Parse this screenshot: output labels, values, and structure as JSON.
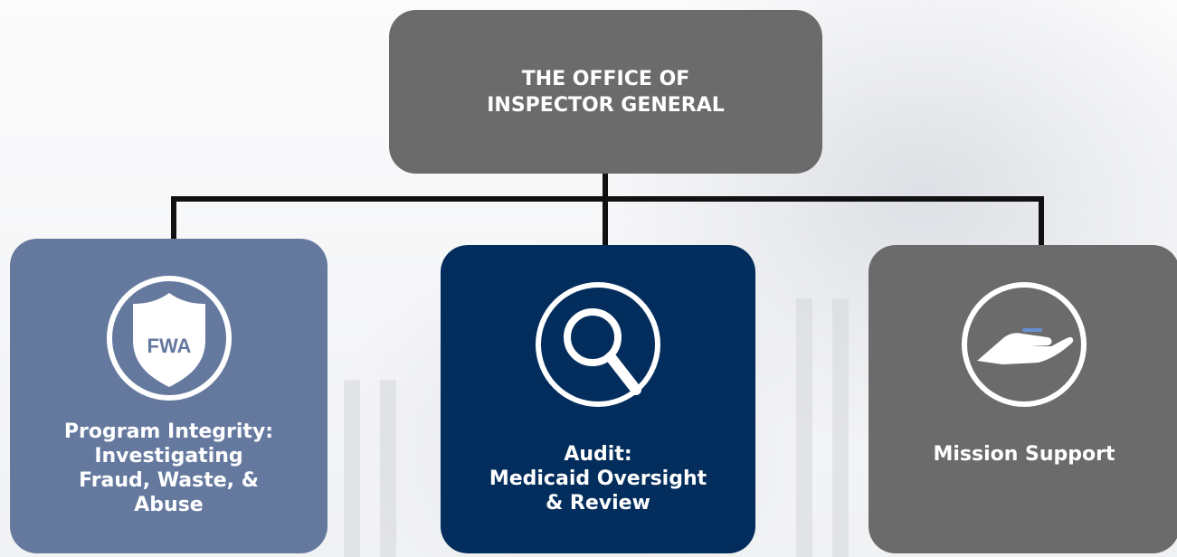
{
  "top_box": {
    "line1": "THE OFFICE OF",
    "line2": "INSPECTOR GENERAL"
  },
  "cards": [
    {
      "icon": "shield-fwa-icon",
      "icon_text": "FWA",
      "lines": [
        "Program Integrity:",
        "Investigating",
        "Fraud, Waste, &",
        "Abuse"
      ],
      "color": "#65799f"
    },
    {
      "icon": "magnifying-glass-icon",
      "lines": [
        "Audit:",
        "Medicaid Oversight",
        "& Review"
      ],
      "color": "#032d5c"
    },
    {
      "icon": "helping-hand-icon",
      "lines": [
        "Mission Support"
      ],
      "color": "#6b6b6b"
    }
  ],
  "colors": {
    "connector": "#111111",
    "top_box": "#6b6b6b"
  }
}
